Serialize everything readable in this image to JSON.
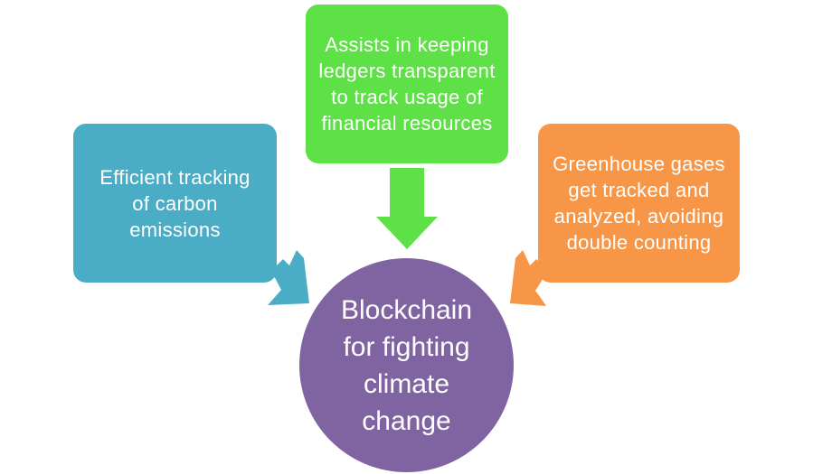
{
  "center": {
    "label": "Blockchain for fighting climate change",
    "color": "#8064a2"
  },
  "nodes": [
    {
      "label": "Efficient tracking of carbon emissions",
      "color": "#4bacc6"
    },
    {
      "label": "Assists in keeping ledgers transparent to track usage of financial resources",
      "color": "#5ee146"
    },
    {
      "label": "Greenhouse gases get tracked and analyzed, avoiding double counting",
      "color": "#f79646"
    }
  ]
}
